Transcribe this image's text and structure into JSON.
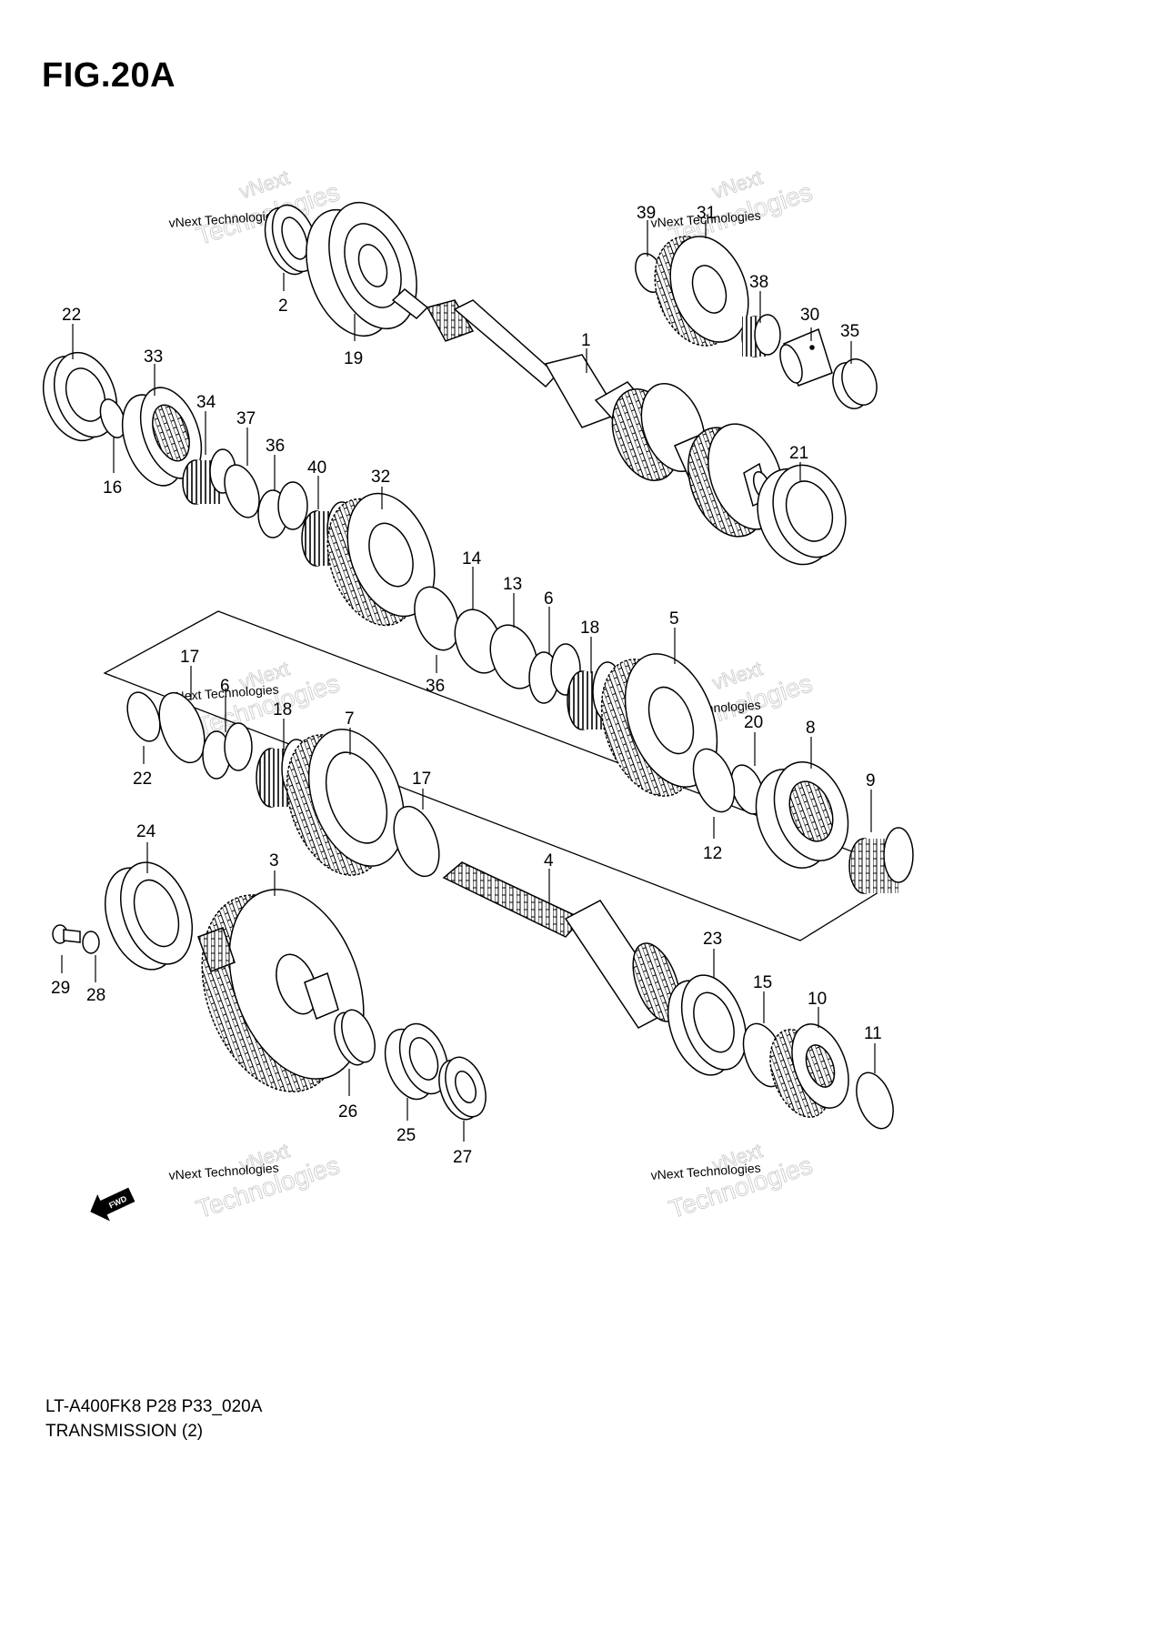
{
  "figure": {
    "title": "FIG.20A",
    "code": "LT-A400FK8 P28 P33_020A",
    "name": "TRANSMISSION (2)"
  },
  "watermark": {
    "line1": "vNext",
    "line2": "vNext Technologies",
    "line3": "Technologies"
  },
  "fwd_label": "FWD",
  "icons": [
    "fwd-arrow-icon"
  ],
  "callouts": [
    {
      "id": "c39",
      "label": "39"
    },
    {
      "id": "c31",
      "label": "31"
    },
    {
      "id": "c2",
      "label": "2"
    },
    {
      "id": "c19",
      "label": "19"
    },
    {
      "id": "c38",
      "label": "38"
    },
    {
      "id": "c30",
      "label": "30"
    },
    {
      "id": "c35",
      "label": "35"
    },
    {
      "id": "c22a",
      "label": "22"
    },
    {
      "id": "c33",
      "label": "33"
    },
    {
      "id": "c1",
      "label": "1"
    },
    {
      "id": "c34",
      "label": "34"
    },
    {
      "id": "c37",
      "label": "37"
    },
    {
      "id": "c36a",
      "label": "36"
    },
    {
      "id": "c16",
      "label": "16"
    },
    {
      "id": "c40",
      "label": "40"
    },
    {
      "id": "c32",
      "label": "32"
    },
    {
      "id": "c21",
      "label": "21"
    },
    {
      "id": "c14",
      "label": "14"
    },
    {
      "id": "c13",
      "label": "13"
    },
    {
      "id": "c6a",
      "label": "6"
    },
    {
      "id": "c18a",
      "label": "18"
    },
    {
      "id": "c5",
      "label": "5"
    },
    {
      "id": "c36b",
      "label": "36"
    },
    {
      "id": "c17a",
      "label": "17"
    },
    {
      "id": "c6b",
      "label": "6"
    },
    {
      "id": "c18b",
      "label": "18"
    },
    {
      "id": "c7",
      "label": "7"
    },
    {
      "id": "c22b",
      "label": "22"
    },
    {
      "id": "c20",
      "label": "20"
    },
    {
      "id": "c8",
      "label": "8"
    },
    {
      "id": "c9",
      "label": "9"
    },
    {
      "id": "c17b",
      "label": "17"
    },
    {
      "id": "c12",
      "label": "12"
    },
    {
      "id": "c24",
      "label": "24"
    },
    {
      "id": "c3",
      "label": "3"
    },
    {
      "id": "c4",
      "label": "4"
    },
    {
      "id": "c29",
      "label": "29"
    },
    {
      "id": "c28",
      "label": "28"
    },
    {
      "id": "c23",
      "label": "23"
    },
    {
      "id": "c15",
      "label": "15"
    },
    {
      "id": "c10",
      "label": "10"
    },
    {
      "id": "c11",
      "label": "11"
    },
    {
      "id": "c26",
      "label": "26"
    },
    {
      "id": "c25",
      "label": "25"
    },
    {
      "id": "c27",
      "label": "27"
    }
  ]
}
